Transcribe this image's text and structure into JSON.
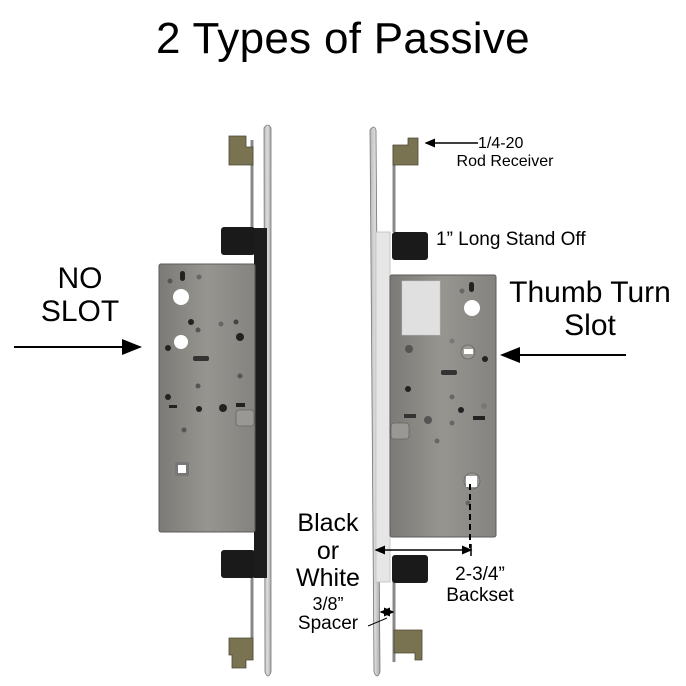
{
  "title": "2 Types of Passive",
  "left_lock": {
    "label_line1": "NO",
    "label_line2": "SLOT"
  },
  "right_lock": {
    "label_line1": "Thumb Turn",
    "label_line2": "Slot"
  },
  "annotations": {
    "rod_receiver_size": "1/4-20",
    "rod_receiver_label": "Rod Receiver",
    "standoff": "1” Long Stand Off",
    "spacer_line1": "Black",
    "spacer_line2": "or",
    "spacer_line3": "White",
    "spacer_size": "3/8”",
    "spacer_label": "Spacer",
    "backset_size": "2-3/4”",
    "backset_label": "Backset"
  },
  "colors": {
    "lock_body": "#8c8a86",
    "lock_body_dark": "#6e6c68",
    "faceplate": "#c9c9c9",
    "black_spacer": "#1c1c1c",
    "white_spacer": "#e6e6e6",
    "standoff": "#1a1a1a",
    "rod_receiver": "#6f6a52",
    "text": "#000000"
  }
}
